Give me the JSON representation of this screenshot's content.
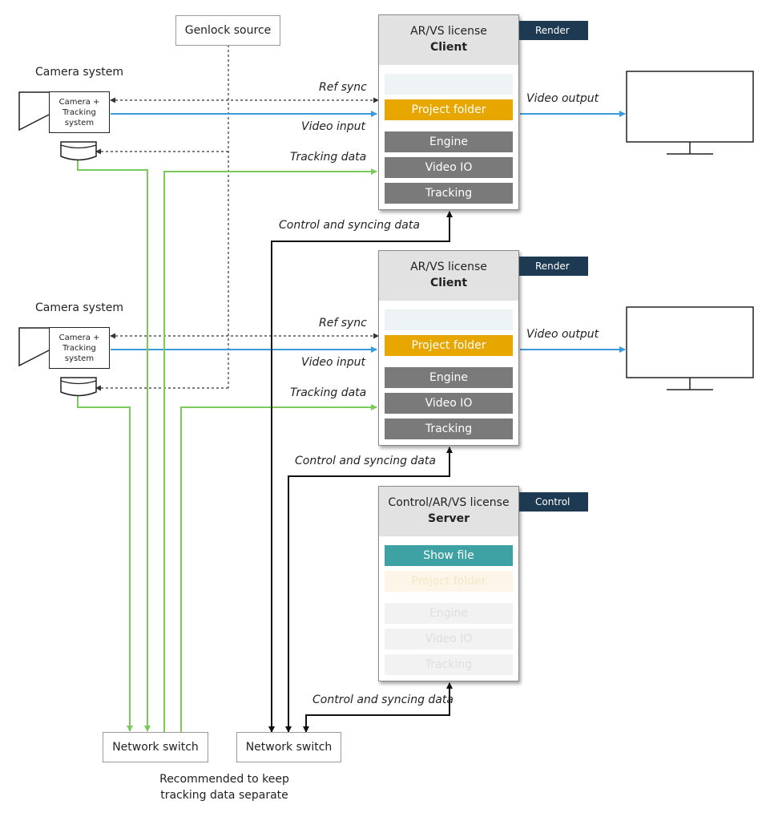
{
  "genlock": "Genlock source",
  "camera_systems": [
    {
      "title": "Camera system",
      "body_lines": [
        "Camera +",
        "Tracking",
        "system"
      ]
    },
    {
      "title": "Camera system",
      "body_lines": [
        "Camera +",
        "Tracking",
        "system"
      ]
    }
  ],
  "clients": [
    {
      "license": "AR/VS license",
      "role": "Client",
      "tag": "Render",
      "modules": [
        "",
        "Project folder",
        "Engine",
        "Video IO",
        "Tracking"
      ],
      "labels": {
        "ref_sync": "Ref sync",
        "video_input": "Video input",
        "tracking_data": "Tracking data",
        "video_output": "Video output",
        "control": "Control and syncing data"
      }
    },
    {
      "license": "AR/VS license",
      "role": "Client",
      "tag": "Render",
      "modules": [
        "",
        "Project folder",
        "Engine",
        "Video IO",
        "Tracking"
      ],
      "labels": {
        "ref_sync": "Ref sync",
        "video_input": "Video input",
        "tracking_data": "Tracking data",
        "video_output": "Video output",
        "control": "Control and syncing data"
      }
    }
  ],
  "server": {
    "license": "Control/AR/VS license",
    "role": "Server",
    "tag": "Control",
    "modules": [
      "Show file",
      "Project folder",
      "Engine",
      "Video IO",
      "Tracking"
    ],
    "control_label": "Control and syncing data"
  },
  "switches": [
    "Network switch",
    "Network switch"
  ],
  "note": [
    "Recommended to keep",
    "tracking data separate"
  ],
  "colors": {
    "video": "#3a9bdc",
    "tracking": "#7ccb5a",
    "control": "#111111",
    "sync": "#333333",
    "accent": "#1e3a52",
    "project": "#e8a600",
    "show": "#3ea2a5"
  }
}
